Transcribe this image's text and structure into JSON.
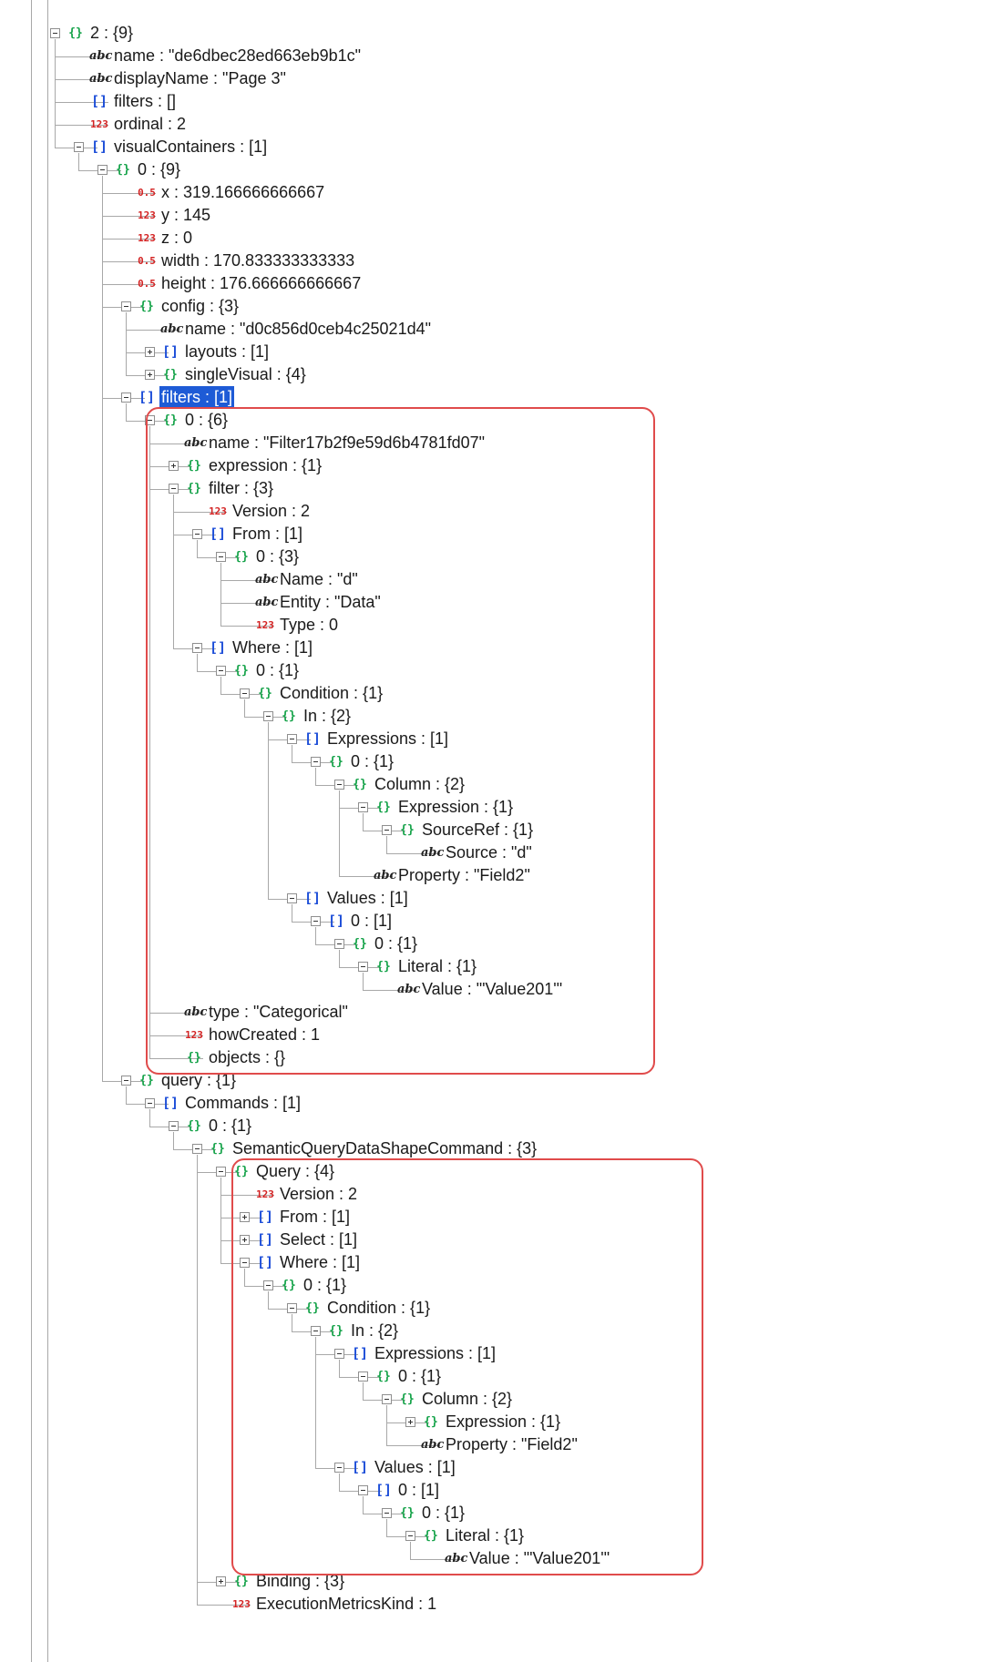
{
  "colors": {
    "object_icon": "#16a34a",
    "array_icon": "#1d4ed8",
    "string_icon": "#222222",
    "number_icon": "#d32222",
    "selection": "#1e5bd6",
    "highlight_box": "#e04b4b",
    "guide_line": "#a8a8a8"
  },
  "type_icons": {
    "object": "{}",
    "array": "[]",
    "string": "abc",
    "integer": "123",
    "decimal": "0.5"
  },
  "tree": [
    {
      "depth": 0,
      "type": "object",
      "label": "2 : {9}",
      "toggle": "minus"
    },
    {
      "depth": 1,
      "type": "string",
      "label": "name : \"de6dbec28ed663eb9b1c\""
    },
    {
      "depth": 1,
      "type": "string",
      "label": "displayName : \"Page 3\""
    },
    {
      "depth": 1,
      "type": "array",
      "label": "filters : []"
    },
    {
      "depth": 1,
      "type": "integer",
      "label": "ordinal : 2"
    },
    {
      "depth": 1,
      "type": "array",
      "label": "visualContainers : [1]",
      "toggle": "minus"
    },
    {
      "depth": 2,
      "type": "object",
      "label": "0 : {9}",
      "toggle": "minus"
    },
    {
      "depth": 3,
      "type": "decimal",
      "label": "x : 319.166666666667"
    },
    {
      "depth": 3,
      "type": "integer",
      "label": "y : 145"
    },
    {
      "depth": 3,
      "type": "integer",
      "label": "z : 0"
    },
    {
      "depth": 3,
      "type": "decimal",
      "label": "width : 170.833333333333"
    },
    {
      "depth": 3,
      "type": "decimal",
      "label": "height : 176.666666666667"
    },
    {
      "depth": 3,
      "type": "object",
      "label": "config : {3}",
      "toggle": "minus"
    },
    {
      "depth": 4,
      "type": "string",
      "label": "name : \"d0c856d0ceb4c25021d4\""
    },
    {
      "depth": 4,
      "type": "array",
      "label": "layouts : [1]",
      "toggle": "plus"
    },
    {
      "depth": 4,
      "type": "object",
      "label": "singleVisual : {4}",
      "toggle": "plus"
    },
    {
      "depth": 3,
      "type": "array",
      "label": "filters : [1]",
      "toggle": "minus",
      "selected": true
    },
    {
      "depth": 4,
      "type": "object",
      "label": "0 : {6}",
      "toggle": "minus"
    },
    {
      "depth": 5,
      "type": "string",
      "label": "name : \"Filter17b2f9e59d6b4781fd07\""
    },
    {
      "depth": 5,
      "type": "object",
      "label": "expression : {1}",
      "toggle": "plus"
    },
    {
      "depth": 5,
      "type": "object",
      "label": "filter : {3}",
      "toggle": "minus"
    },
    {
      "depth": 6,
      "type": "integer",
      "label": "Version : 2"
    },
    {
      "depth": 6,
      "type": "array",
      "label": "From : [1]",
      "toggle": "minus"
    },
    {
      "depth": 7,
      "type": "object",
      "label": "0 : {3}",
      "toggle": "minus"
    },
    {
      "depth": 8,
      "type": "string",
      "label": "Name : \"d\""
    },
    {
      "depth": 8,
      "type": "string",
      "label": "Entity : \"Data\""
    },
    {
      "depth": 8,
      "type": "integer",
      "label": "Type : 0"
    },
    {
      "depth": 6,
      "type": "array",
      "label": "Where : [1]",
      "toggle": "minus"
    },
    {
      "depth": 7,
      "type": "object",
      "label": "0 : {1}",
      "toggle": "minus"
    },
    {
      "depth": 8,
      "type": "object",
      "label": "Condition : {1}",
      "toggle": "minus"
    },
    {
      "depth": 9,
      "type": "object",
      "label": "In : {2}",
      "toggle": "minus"
    },
    {
      "depth": 10,
      "type": "array",
      "label": "Expressions : [1]",
      "toggle": "minus"
    },
    {
      "depth": 11,
      "type": "object",
      "label": "0 : {1}",
      "toggle": "minus"
    },
    {
      "depth": 12,
      "type": "object",
      "label": "Column : {2}",
      "toggle": "minus"
    },
    {
      "depth": 13,
      "type": "object",
      "label": "Expression : {1}",
      "toggle": "minus"
    },
    {
      "depth": 14,
      "type": "object",
      "label": "SourceRef : {1}",
      "toggle": "minus"
    },
    {
      "depth": 15,
      "type": "string",
      "label": "Source : \"d\""
    },
    {
      "depth": 13,
      "type": "string",
      "label": "Property : \"Field2\""
    },
    {
      "depth": 10,
      "type": "array",
      "label": "Values : [1]",
      "toggle": "minus"
    },
    {
      "depth": 11,
      "type": "array",
      "label": "0 : [1]",
      "toggle": "minus"
    },
    {
      "depth": 12,
      "type": "object",
      "label": "0 : {1}",
      "toggle": "minus"
    },
    {
      "depth": 13,
      "type": "object",
      "label": "Literal : {1}",
      "toggle": "minus"
    },
    {
      "depth": 14,
      "type": "string",
      "label": "Value : \"'Value201'\""
    },
    {
      "depth": 5,
      "type": "string",
      "label": "type : \"Categorical\""
    },
    {
      "depth": 5,
      "type": "integer",
      "label": "howCreated : 1"
    },
    {
      "depth": 5,
      "type": "object",
      "label": "objects : {}"
    },
    {
      "depth": 3,
      "type": "object",
      "label": "query : {1}",
      "toggle": "minus"
    },
    {
      "depth": 4,
      "type": "array",
      "label": "Commands : [1]",
      "toggle": "minus"
    },
    {
      "depth": 5,
      "type": "object",
      "label": "0 : {1}",
      "toggle": "minus"
    },
    {
      "depth": 6,
      "type": "object",
      "label": "SemanticQueryDataShapeCommand : {3}",
      "toggle": "minus"
    },
    {
      "depth": 7,
      "type": "object",
      "label": "Query : {4}",
      "toggle": "minus"
    },
    {
      "depth": 8,
      "type": "integer",
      "label": "Version : 2"
    },
    {
      "depth": 8,
      "type": "array",
      "label": "From : [1]",
      "toggle": "plus"
    },
    {
      "depth": 8,
      "type": "array",
      "label": "Select : [1]",
      "toggle": "plus"
    },
    {
      "depth": 8,
      "type": "array",
      "label": "Where : [1]",
      "toggle": "minus"
    },
    {
      "depth": 9,
      "type": "object",
      "label": "0 : {1}",
      "toggle": "minus"
    },
    {
      "depth": 10,
      "type": "object",
      "label": "Condition : {1}",
      "toggle": "minus"
    },
    {
      "depth": 11,
      "type": "object",
      "label": "In : {2}",
      "toggle": "minus"
    },
    {
      "depth": 12,
      "type": "array",
      "label": "Expressions : [1]",
      "toggle": "minus"
    },
    {
      "depth": 13,
      "type": "object",
      "label": "0 : {1}",
      "toggle": "minus"
    },
    {
      "depth": 14,
      "type": "object",
      "label": "Column : {2}",
      "toggle": "minus"
    },
    {
      "depth": 15,
      "type": "object",
      "label": "Expression : {1}",
      "toggle": "plus"
    },
    {
      "depth": 15,
      "type": "string",
      "label": "Property : \"Field2\""
    },
    {
      "depth": 12,
      "type": "array",
      "label": "Values : [1]",
      "toggle": "minus"
    },
    {
      "depth": 13,
      "type": "array",
      "label": "0 : [1]",
      "toggle": "minus"
    },
    {
      "depth": 14,
      "type": "object",
      "label": "0 : {1}",
      "toggle": "minus"
    },
    {
      "depth": 15,
      "type": "object",
      "label": "Literal : {1}",
      "toggle": "minus"
    },
    {
      "depth": 16,
      "type": "string",
      "label": "Value : \"'Value201'\""
    },
    {
      "depth": 7,
      "type": "object",
      "label": "Binding : {3}",
      "toggle": "plus"
    },
    {
      "depth": 7,
      "type": "integer",
      "label": "ExecutionMetricsKind : 1"
    }
  ]
}
